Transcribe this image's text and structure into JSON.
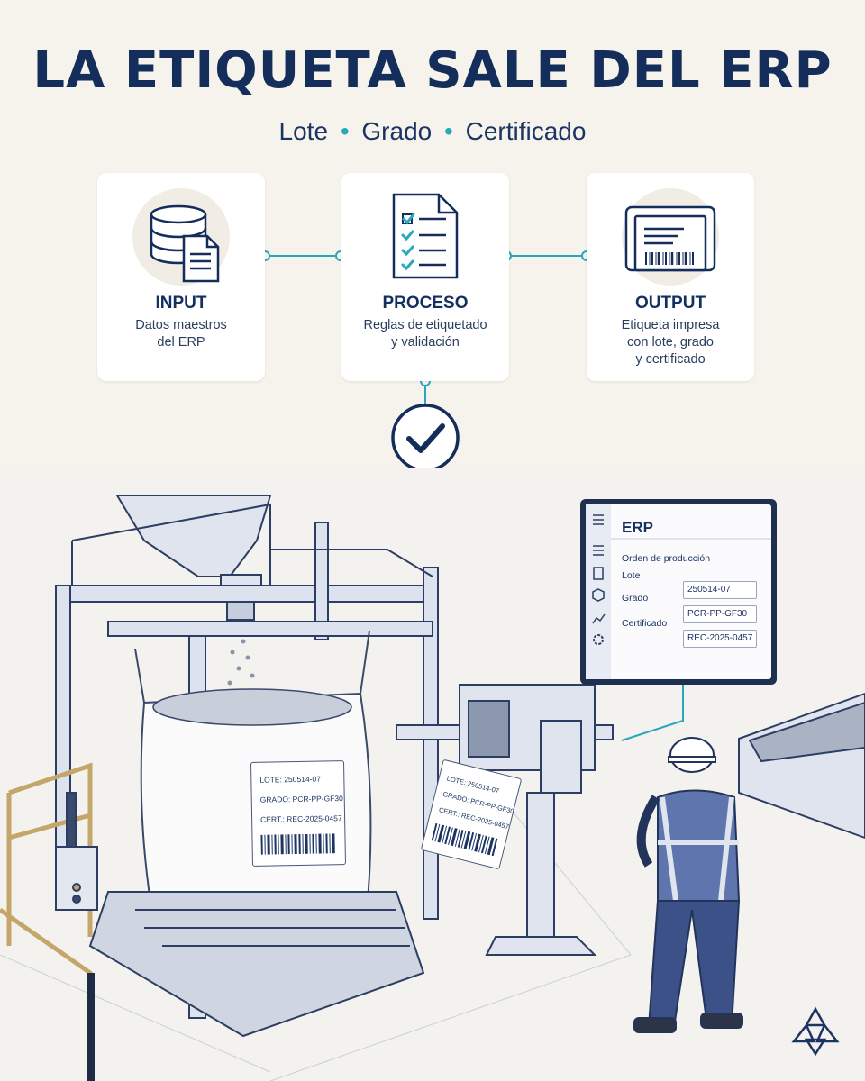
{
  "header": {
    "title": "LA ETIQUETA SALE DEL ERP",
    "subtitle_parts": [
      "Lote",
      "Grado",
      "Certificado"
    ],
    "separator": "•"
  },
  "steps": [
    {
      "title": "INPUT",
      "desc_lines": [
        "Datos maestros",
        "del ERP"
      ],
      "icon": "database-document-icon"
    },
    {
      "title": "PROCESO",
      "desc_lines": [
        "Reglas de etiquetado",
        "y validación"
      ],
      "icon": "checklist-document-icon"
    },
    {
      "title": "OUTPUT",
      "desc_lines": [
        "Etiqueta impresa",
        "con lote, grado",
        "y certificado"
      ],
      "icon": "label-printer-icon"
    }
  ],
  "validation_icon": "checkmark-circle-icon",
  "erp_panel": {
    "title": "ERP",
    "subtitle": "Orden de producción",
    "fields": [
      {
        "label": "Lote",
        "value": "250514-07"
      },
      {
        "label": "Grado",
        "value": "PCR-PP-GF30"
      },
      {
        "label": "Certificado",
        "value": "REC-2025-0457"
      }
    ],
    "sidebar_icons": [
      "menu-icon",
      "list-icon",
      "clipboard-icon",
      "cube-icon",
      "chart-icon",
      "gear-icon"
    ]
  },
  "bag_label": {
    "lines": [
      "LOTE: 250514-07",
      "GRADO: PCR-PP-GF30",
      "CERT.: REC-2025-0457"
    ]
  },
  "printed_label": {
    "lines": [
      "LOTE: 250514-07",
      "GRADO: PCR-PP-GF30",
      "CERT.: REC-2025-0457"
    ]
  },
  "colors": {
    "navy": "#142d5a",
    "teal": "#29a7bd",
    "background": "#f6f3ec",
    "card": "#ffffff"
  }
}
